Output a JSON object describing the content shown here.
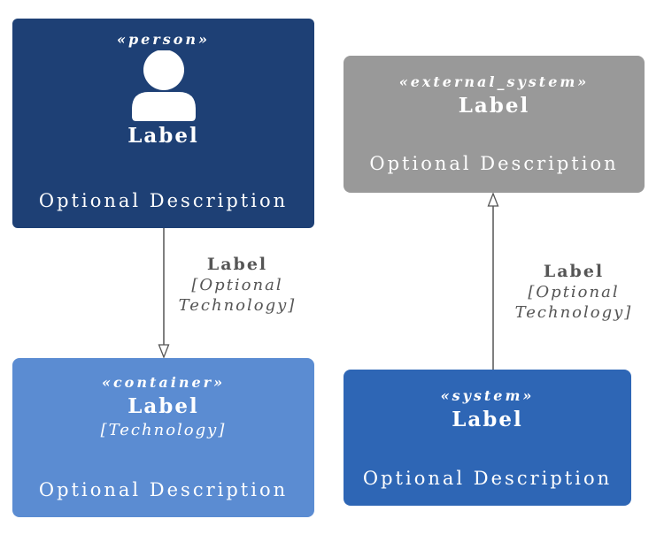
{
  "diagram": {
    "kind": "c4-model-legend",
    "background": "#ffffff"
  },
  "nodes": {
    "person": {
      "stereotype": "«person»",
      "label": "Label",
      "description": "Optional Description",
      "color": "#1e4075",
      "text_color": "#ffffff",
      "icon": "person-icon"
    },
    "external_system": {
      "stereotype": "«external_system»",
      "label": "Label",
      "description": "Optional Description",
      "color": "#999999",
      "text_color": "#ffffff"
    },
    "container": {
      "stereotype": "«container»",
      "label": "Label",
      "technology": "[Technology]",
      "description": "Optional Description",
      "color": "#5b8cd2",
      "text_color": "#ffffff"
    },
    "system": {
      "stereotype": "«system»",
      "label": "Label",
      "description": "Optional Description",
      "color": "#2e66b5",
      "text_color": "#ffffff"
    }
  },
  "edges": {
    "person_to_container": {
      "label": "Label",
      "technology_line_1": "[Optional",
      "technology_line_2": "Technology]",
      "direction": "down",
      "arrowhead": "open-triangle",
      "color": "#555555"
    },
    "system_to_external_system": {
      "label": "Label",
      "technology_line_1": "[Optional",
      "technology_line_2": "Technology]",
      "direction": "up",
      "arrowhead": "open-triangle",
      "color": "#555555"
    }
  }
}
